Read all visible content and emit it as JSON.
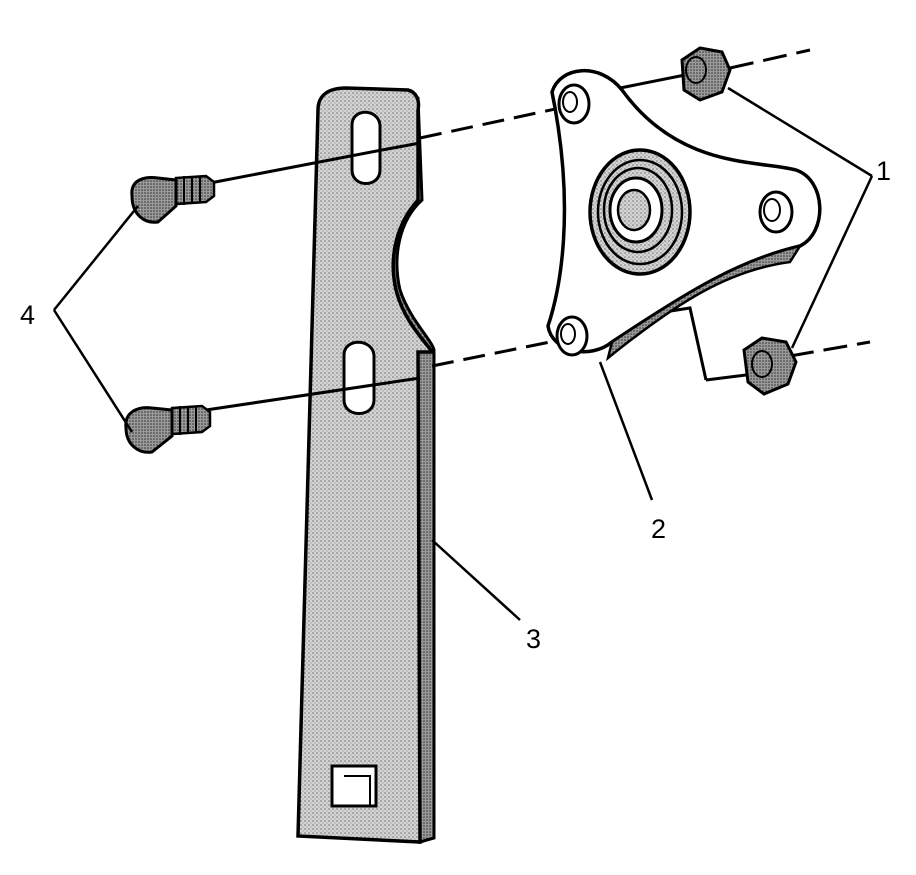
{
  "callouts": [
    {
      "id": "nuts",
      "label": "1"
    },
    {
      "id": "bracket",
      "label": "2"
    },
    {
      "id": "strap",
      "label": "3"
    },
    {
      "id": "bolts",
      "label": "4"
    }
  ],
  "colors": {
    "ink": "#000000",
    "background": "#ffffff",
    "shaded_part": "#c8c8c8"
  }
}
